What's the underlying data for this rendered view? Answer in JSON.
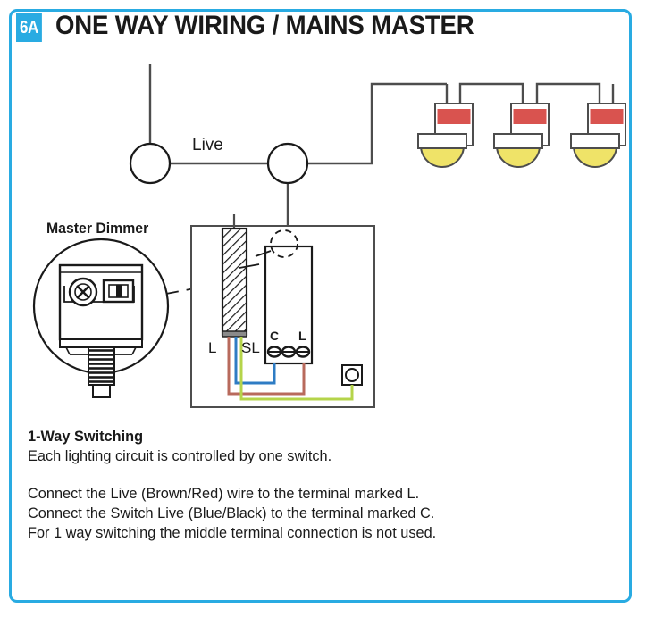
{
  "header": {
    "badge": "6A",
    "title": "ONE WAY WIRING / MAINS MASTER"
  },
  "diagram": {
    "live_label": "Live",
    "master_dimmer_label": "Master Dimmer",
    "terminal_labels": {
      "live_in": "L",
      "switch_live": "SL",
      "common": "C",
      "load": "L"
    },
    "lamp_count": 3,
    "wire_colors": {
      "live_brown": "#b86a5c",
      "switch_live_blue": "#2e7cc4",
      "earth_green_yellow": "#b5d44a",
      "circuit_black": "#4d4d4d"
    },
    "lamp_colors": {
      "band": "#d9534f",
      "bulb": "#efe368",
      "body": "#ffffff",
      "outline": "#4d4d4d"
    }
  },
  "notes": {
    "heading": "1-Way Switching",
    "subheading": "Each lighting circuit is controlled by one switch.",
    "line1": "Connect the Live (Brown/Red) wire to the terminal marked L.",
    "line2": "Connect the Switch Live (Blue/Black) to the terminal marked C.",
    "line3": "For 1 way switching the middle terminal connection is not used."
  },
  "theme": {
    "accent": "#29abe2",
    "text": "#1a1a1a"
  }
}
